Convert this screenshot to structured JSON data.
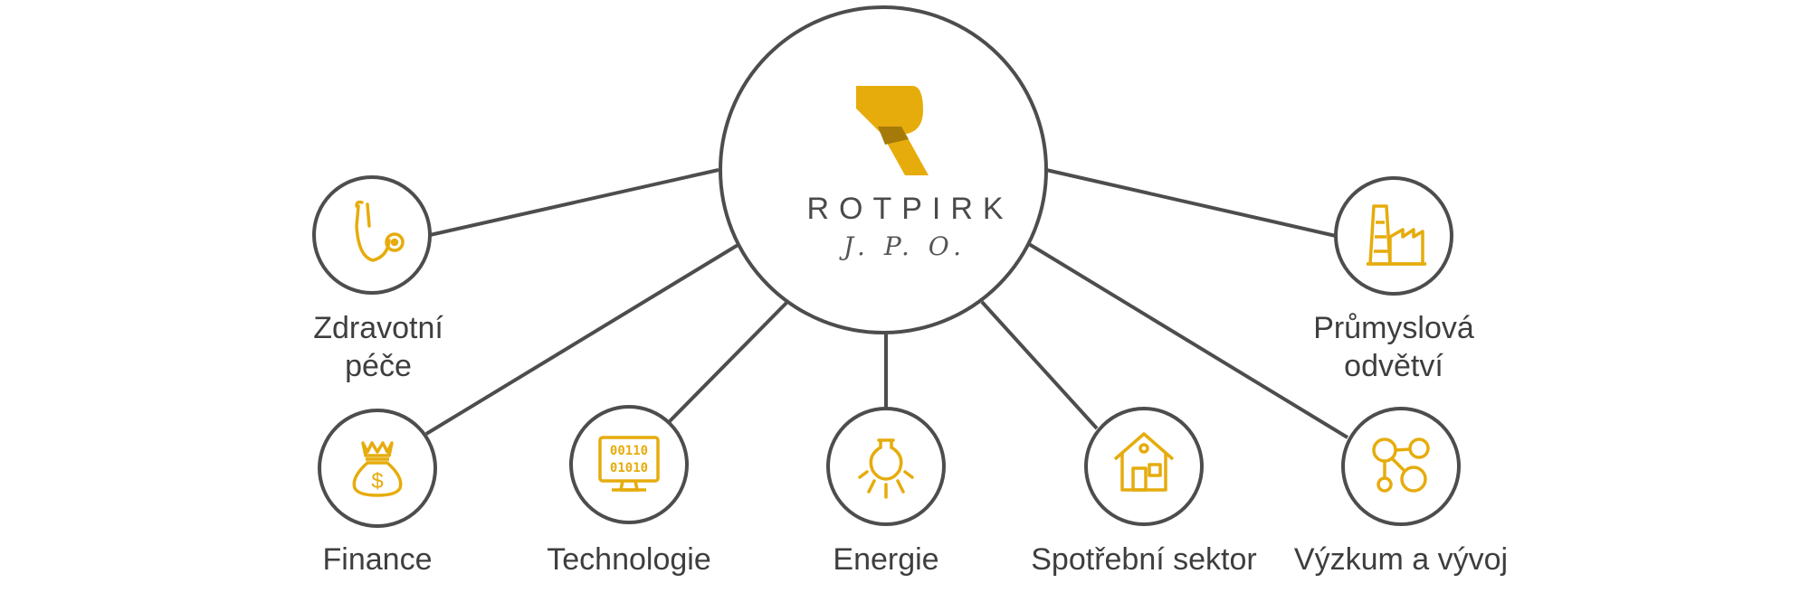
{
  "colors": {
    "line": "#4d4d4d",
    "accent": "#e6ac0c",
    "accent_dark": "#a57a08",
    "text": "#3e3e3e"
  },
  "hub": {
    "logo_icon": "letter-r-logo-icon",
    "name": "ROTPIRK",
    "subtitle": "J. P. O."
  },
  "sectors": [
    {
      "id": "healthcare",
      "icon": "stethoscope-icon",
      "label_line1": "Zdravotní",
      "label_line2": "péče"
    },
    {
      "id": "industry",
      "icon": "factory-icon",
      "label_line1": "Průmyslová",
      "label_line2": "odvětví"
    },
    {
      "id": "finance",
      "icon": "money-bag-icon",
      "label_line1": "Finance"
    },
    {
      "id": "technology",
      "icon": "computer-monitor-icon",
      "label_line1": "Technologie"
    },
    {
      "id": "energy",
      "icon": "light-bulb-icon",
      "label_line1": "Energie"
    },
    {
      "id": "consumer",
      "icon": "house-icon",
      "label_line1": "Spotřební sektor"
    },
    {
      "id": "research",
      "icon": "molecule-icon",
      "label_line1": "Výzkum a vývoj"
    }
  ]
}
